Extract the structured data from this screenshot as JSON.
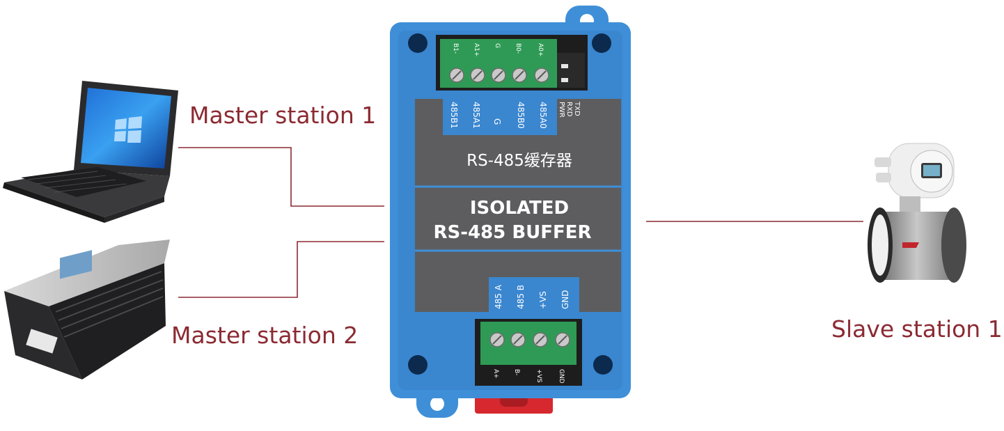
{
  "labels": {
    "master1": "Master station 1",
    "master2": "Master station 2",
    "slave1": "Slave station 1"
  },
  "device": {
    "title_cn": "RS-485缓存器",
    "title_line1": "ISOLATED",
    "title_line2": "RS-485 BUFFER",
    "top_pins_label": [
      "485B1",
      "485A1",
      "G",
      "485B0",
      "485A0"
    ],
    "top_pins_terminal": [
      "B1-",
      "A1+",
      "G",
      "B0-",
      "A0+"
    ],
    "leds": [
      "PWR",
      "RXD",
      "TXD"
    ],
    "bottom_pins_label": [
      "485 A",
      "485 B",
      "+VS",
      "GND"
    ],
    "bottom_pins_terminal": [
      "A+",
      "B-",
      "+VS",
      "GND"
    ]
  },
  "colors": {
    "label": "#8b2a32",
    "line": "#8b2a32",
    "housing": "#3f8fd8",
    "panel": "#5d5d5f",
    "terminal": "#2f9a55"
  }
}
